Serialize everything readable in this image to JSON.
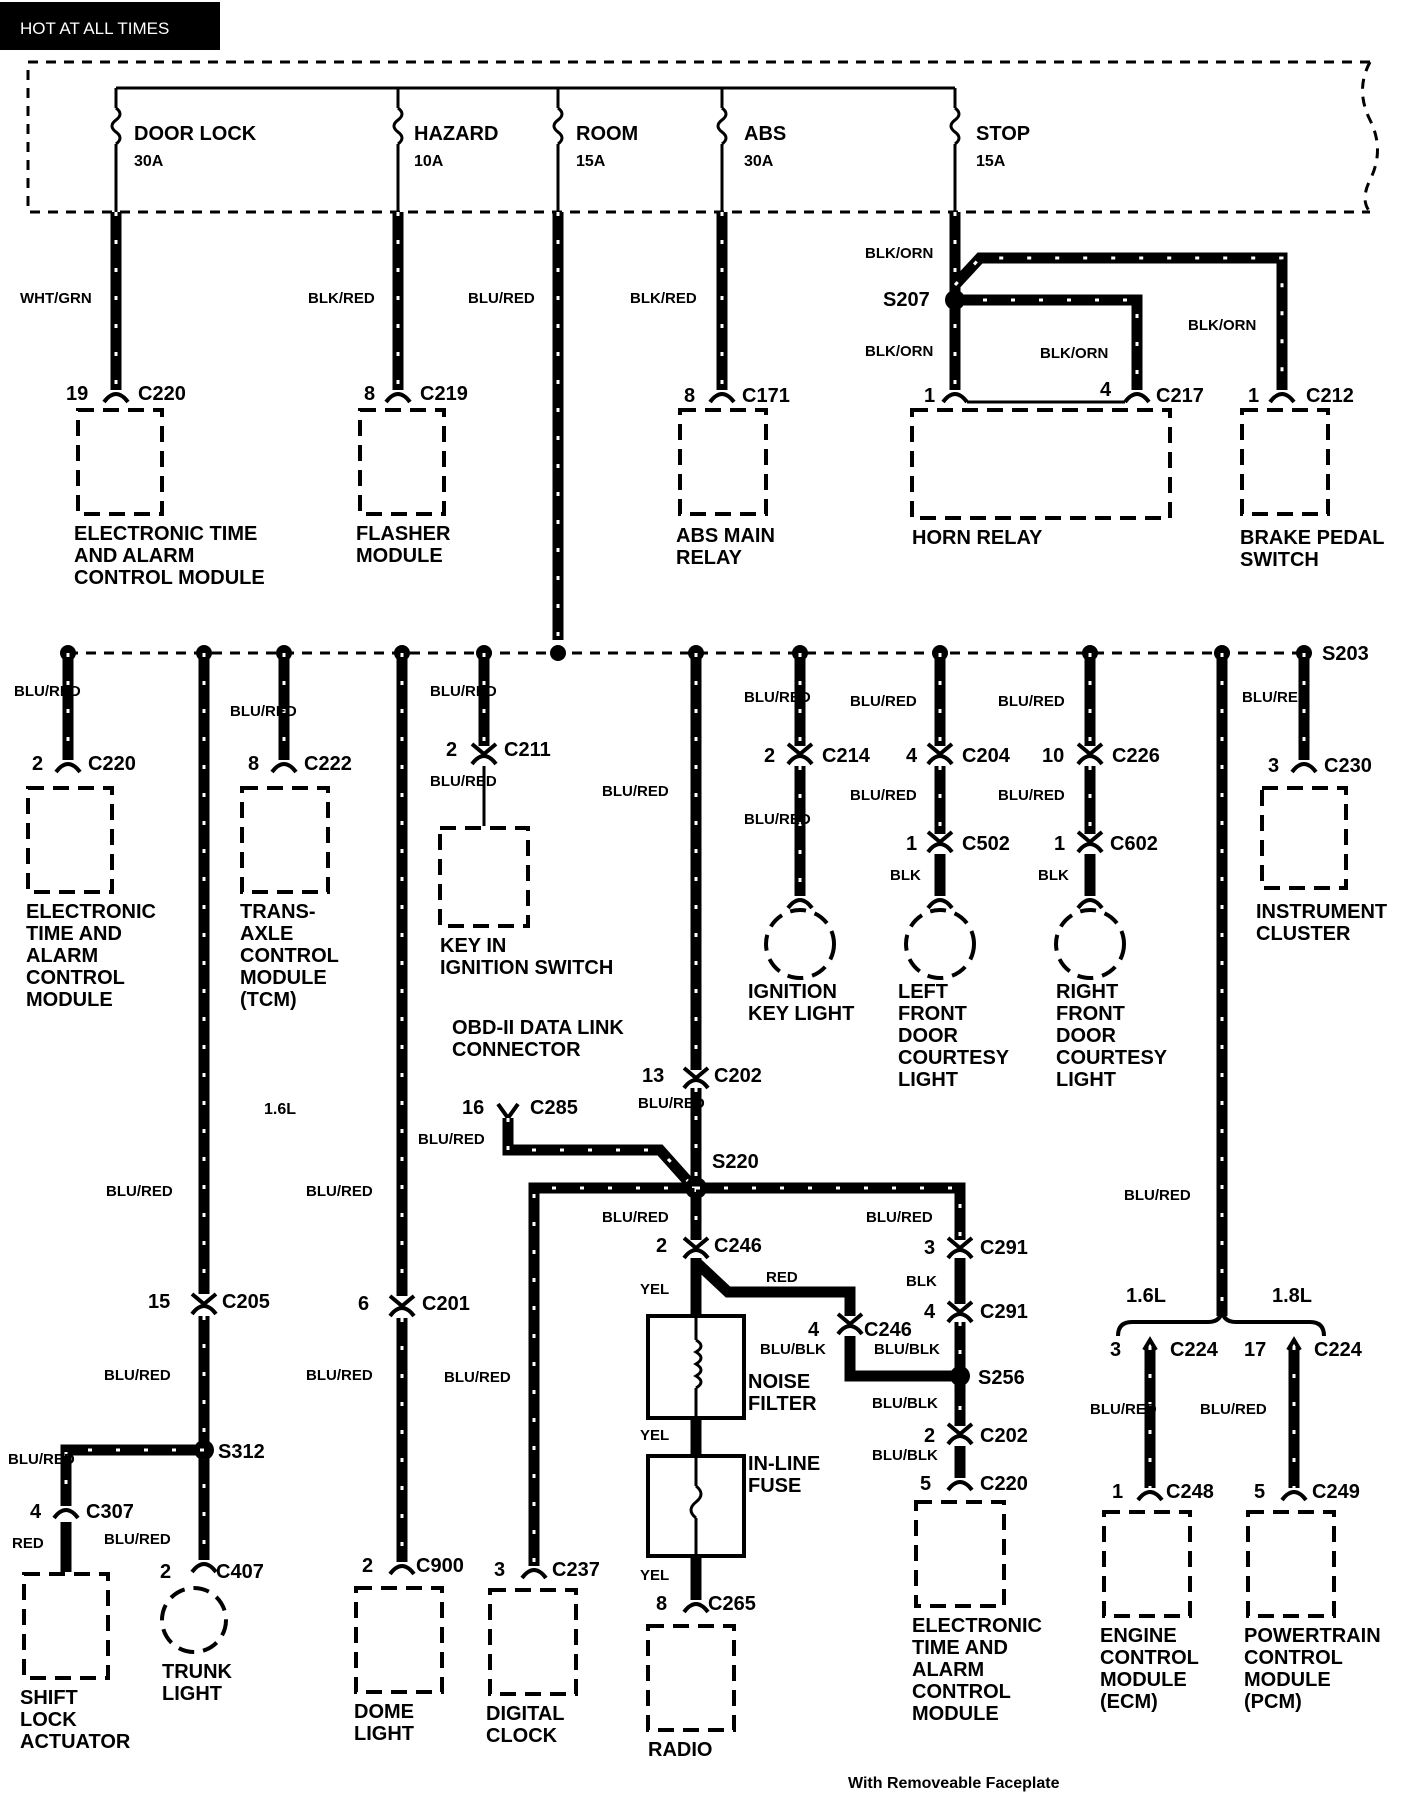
{
  "header": {
    "label": "HOT AT ALL TIMES"
  },
  "fuses": [
    {
      "name": "DOOR LOCK",
      "rating": "30A"
    },
    {
      "name": "HAZARD",
      "rating": "10A"
    },
    {
      "name": "ROOM",
      "rating": "15A"
    },
    {
      "name": "ABS",
      "rating": "30A"
    },
    {
      "name": "STOP",
      "rating": "15A"
    }
  ],
  "top_wires": {
    "door_lock": "WHT/GRN",
    "hazard": "BLK/RED",
    "room": "BLU/RED",
    "abs": "BLK/RED",
    "stop_up": "BLK/ORN",
    "stop_down": "BLK/ORN",
    "horn_4": "BLK/ORN",
    "brake": "BLK/ORN"
  },
  "splices": {
    "s207": "S207",
    "s203": "S203",
    "s220": "S220",
    "s256": "S256",
    "s312": "S312"
  },
  "top_connectors": [
    {
      "pin": "19",
      "id": "C220",
      "label": [
        "ELECTRONIC TIME",
        "AND ALARM",
        "CONTROL MODULE"
      ]
    },
    {
      "pin": "8",
      "id": "C219",
      "label": [
        "FLASHER",
        "MODULE"
      ]
    },
    {
      "pin": "8",
      "id": "C171",
      "label": [
        "ABS MAIN",
        "RELAY"
      ]
    },
    {
      "pin": "1",
      "pin2": "4",
      "id": "C217",
      "label": [
        "HORN RELAY"
      ]
    },
    {
      "pin": "1",
      "id": "C212",
      "label": [
        "BRAKE PEDAL",
        "SWITCH"
      ]
    }
  ],
  "bottom": {
    "etacm": {
      "wire": "BLU/RED",
      "pin": "2",
      "id": "C220",
      "label": [
        "ELECTRONIC",
        "TIME AND",
        "ALARM",
        "CONTROL",
        "MODULE"
      ]
    },
    "tcm": {
      "wire": "BLU/RED",
      "pin": "8",
      "id": "C222",
      "label": [
        "TRANS-",
        "AXLE",
        "CONTROL",
        "MODULE",
        "(TCM)"
      ],
      "note": "1.6L"
    },
    "key": {
      "wire": "BLU/RED",
      "pin": "2",
      "id": "C211",
      "wire2": "BLU/RED",
      "label": [
        "KEY IN",
        "IGNITION SWITCH"
      ]
    },
    "ignkey": {
      "wire": "BLU/RED",
      "pin": "2",
      "id": "C214",
      "wire2": "BLU/RED",
      "label": [
        "IGNITION",
        "KEY LIGHT"
      ]
    },
    "lfd": {
      "wire": "BLU/RED",
      "pin": "4",
      "id": "C204",
      "wire2": "BLU/RED",
      "pin2": "1",
      "id2": "C502",
      "wire3": "BLK",
      "label": [
        "LEFT",
        "FRONT",
        "DOOR",
        "COURTESY",
        "LIGHT"
      ]
    },
    "rfd": {
      "wire": "BLU/RED",
      "pin": "10",
      "id": "C226",
      "wire2": "BLU/RED",
      "pin2": "1",
      "id2": "C602",
      "wire3": "BLK",
      "label": [
        "RIGHT",
        "FRONT",
        "DOOR",
        "COURTESY",
        "LIGHT"
      ]
    },
    "cluster": {
      "wire": "BLU/RED",
      "pin": "3",
      "id": "C230",
      "label": [
        "INSTRUMENT",
        "CLUSTER"
      ]
    },
    "trunk": {
      "wire": "BLU/RED",
      "pin": "15",
      "id": "C205",
      "wire2": "BLU/RED",
      "wire3": "BLU/RED",
      "pin2": "2",
      "id2": "C407",
      "label": [
        "TRUNK",
        "LIGHT"
      ]
    },
    "shift": {
      "wire": "BLU/RED",
      "pin": "4",
      "id": "C307",
      "wire2": "RED",
      "label": [
        "SHIFT",
        "LOCK",
        "ACTUATOR"
      ]
    },
    "dome": {
      "wire": "BLU/RED",
      "pin": "6",
      "id": "C201",
      "wire2": "BLU/RED",
      "pin2": "2",
      "id2": "C900",
      "label": [
        "DOME",
        "LIGHT"
      ]
    },
    "obd": {
      "title": [
        "OBD-II DATA LINK",
        "CONNECTOR"
      ],
      "pin": "16",
      "id": "C285",
      "wire": "BLU/RED"
    },
    "main": {
      "wire": "BLU/RED",
      "pin": "13",
      "id": "C202",
      "wire2": "BLU/RED"
    },
    "clock": {
      "wire": "BLU/RED",
      "pin": "3",
      "id": "C237",
      "label": [
        "DIGITAL",
        "CLOCK"
      ]
    },
    "radio": {
      "wire": "BLU/RED",
      "pin": "2",
      "id": "C246",
      "wire_yel": "YEL",
      "wire_red": "RED",
      "pin_b": "4",
      "id_b": "C246",
      "wire_bb": "BLU/BLK",
      "pin_r": "8",
      "id_r": "C265",
      "noise": [
        "NOISE",
        "FILTER"
      ],
      "fuse": [
        "IN-LINE",
        "FUSE"
      ],
      "label": [
        "RADIO"
      ],
      "faceplate": "With Removeable Faceplate"
    },
    "etacm2": {
      "wire": "BLU/RED",
      "pin": "3",
      "id": "C291",
      "wire2": "BLK",
      "pin2": "4",
      "id2": "C291",
      "wire3": "BLU/BLK",
      "wire4": "BLU/BLK",
      "pin3": "2",
      "id3": "C202",
      "wire5": "BLU/BLK",
      "pin4": "5",
      "id4": "C220",
      "label": [
        "ELECTRONIC",
        "TIME AND",
        "ALARM",
        "CONTROL",
        "MODULE"
      ]
    },
    "engine": {
      "wire": "BLU/RED",
      "l16": "1.6L",
      "l18": "1.8L"
    },
    "ecm": {
      "pin": "3",
      "id": "C224",
      "wire": "BLU/RED",
      "pin2": "1",
      "id2": "C248",
      "label": [
        "ENGINE",
        "CONTROL",
        "MODULE",
        "(ECM)"
      ]
    },
    "pcm": {
      "pin": "17",
      "id": "C224",
      "wire": "BLU/RED",
      "pin2": "5",
      "id2": "C249",
      "label": [
        "POWERTRAIN",
        "CONTROL",
        "MODULE",
        "(PCM)"
      ]
    }
  }
}
